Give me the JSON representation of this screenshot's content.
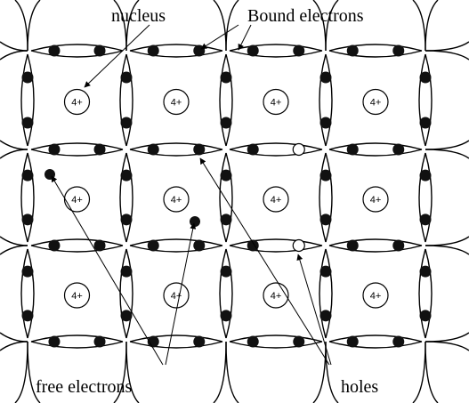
{
  "labels": {
    "nucleus": "nucleus",
    "bound_electrons": "Bound electrons",
    "free_electrons": "free electrons",
    "holes": "holes"
  },
  "atom_label": "4+",
  "lattice": {
    "rows": 3,
    "cols": 4,
    "holes": [
      [
        1,
        2,
        "top"
      ],
      [
        2,
        2,
        "top"
      ]
    ],
    "missing_electrons": [
      [
        1,
        2,
        "top"
      ],
      [
        2,
        2,
        "top"
      ]
    ]
  },
  "colors": {
    "line": "#000000",
    "electron": "#111111",
    "hole_fill": "#ffffff",
    "background": "#ffffff"
  }
}
